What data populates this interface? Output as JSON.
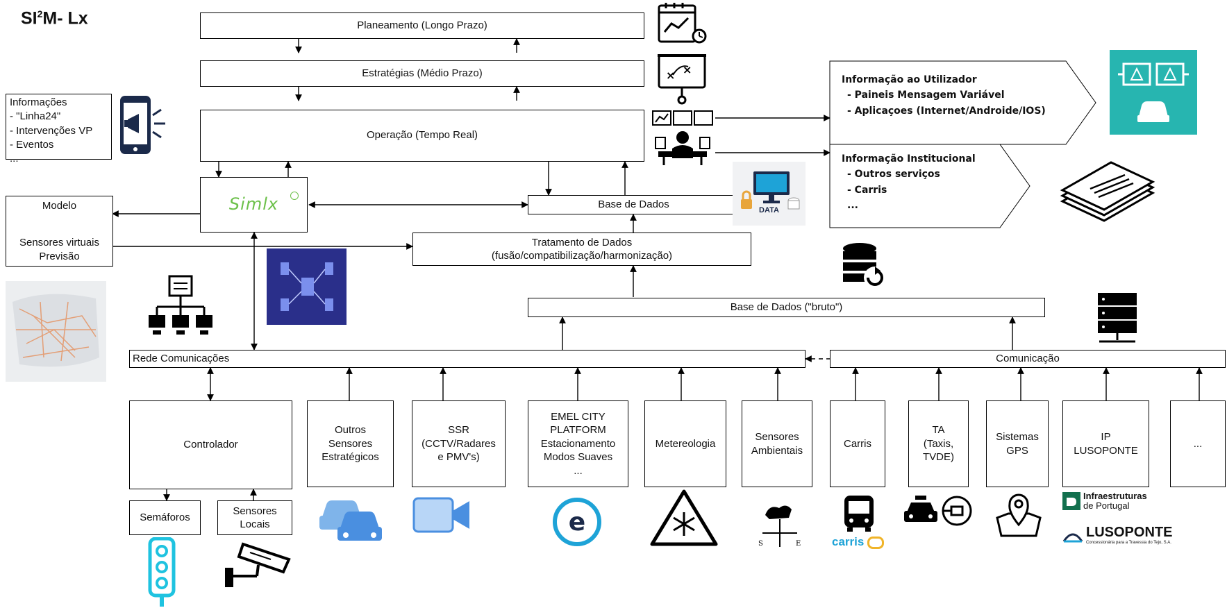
{
  "title": {
    "main_a": "SI",
    "sup": "2",
    "main_b": "M- Lx"
  },
  "levels": {
    "planning": "Planeamento (Longo Prazo)",
    "strategies": "Estratégias (Médio Prazo)",
    "operation": "Operação (Tempo Real)"
  },
  "info_left": {
    "title": "Informações",
    "items": [
      "- \"Linha24\"",
      "- Intervenções VP",
      "- Eventos",
      "..."
    ]
  },
  "model": {
    "l1": "Modelo",
    "l2": "Sensores virtuais",
    "l3": "Previsão"
  },
  "simlx_logo": "Simlx",
  "database": "Base de Dados",
  "data_treatment": {
    "l1": "Tratamento de Dados",
    "l2": "(fusão/compatibilização/harmonização)"
  },
  "raw_database": "Base de Dados (\"bruto\")",
  "network": "Rede Comunicações",
  "communication": "Comunicação",
  "user_info": {
    "title": "Informação ao Utilizador",
    "items": [
      "- Paineis Mensagem Variável",
      "- Aplicaçoes (Internet/Androide/IOS)"
    ]
  },
  "inst_info": {
    "title": "Informação Institucional",
    "items": [
      "- Outros serviços",
      "- Carris",
      "..."
    ]
  },
  "data_badge": "DATA",
  "sources": {
    "controller": "Controlador",
    "other_sensors": [
      "Outros",
      "Sensores",
      "Estratégicos"
    ],
    "ssr": [
      "SSR",
      "(CCTV/Radares",
      "e PMV's)"
    ],
    "emel": [
      "EMEL CITY",
      "PLATFORM",
      "Estacionamento",
      "Modos Suaves",
      "..."
    ],
    "meteo": "Metereologia",
    "environment": [
      "Sensores",
      "Ambientais"
    ],
    "carris": "Carris",
    "ta": [
      "TA",
      "(Taxis,",
      "TVDE)"
    ],
    "gps": [
      "Sistemas",
      "GPS"
    ],
    "ip": [
      "IP",
      "LUSOPONTE"
    ],
    "more": "..."
  },
  "sub": {
    "traffic_lights": "Semáforos",
    "local_sensors": [
      "Sensores",
      "Locais"
    ]
  },
  "logos": {
    "carris": "carris",
    "ip_l1": "Infraestruturas",
    "ip_l2": "de Portugal",
    "lusoponte": "LUSOPONTE",
    "lusoponte_sub": "Concessionária para a Travessia do Tejo, S.A.",
    "emel": "e"
  },
  "colors": {
    "line": "#000000",
    "teal": "#27b5b0",
    "navy": "#1b2a4a",
    "blue": "#4a8fe0",
    "sim_green": "#6cc04a"
  }
}
